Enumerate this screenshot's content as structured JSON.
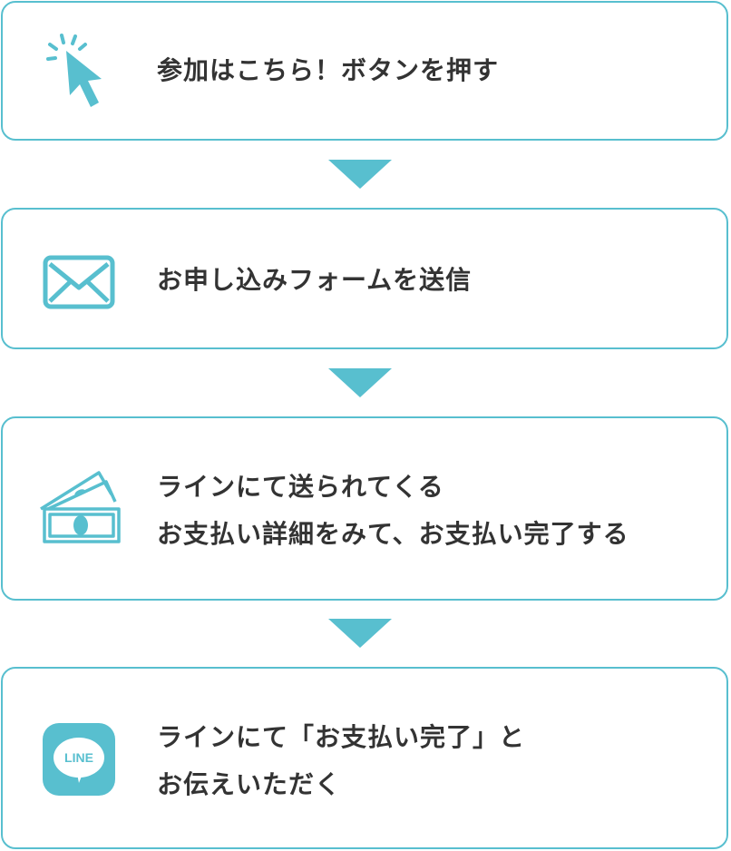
{
  "colors": {
    "accent": "#58bfcf",
    "text": "#333333"
  },
  "steps": [
    {
      "icon": "cursor-click-icon",
      "lines": [
        "参加はこちら！ボタンを押す"
      ]
    },
    {
      "icon": "mail-icon",
      "lines": [
        "お申し込みフォームを送信"
      ]
    },
    {
      "icon": "money-icon",
      "lines": [
        "ラインにて送られてくる",
        "お支払い詳細をみて、お支払い完了する"
      ]
    },
    {
      "icon": "line-app-icon",
      "icon_label": "LINE",
      "lines": [
        "ラインにて「お支払い完了」と",
        "お伝えいただく"
      ]
    }
  ]
}
